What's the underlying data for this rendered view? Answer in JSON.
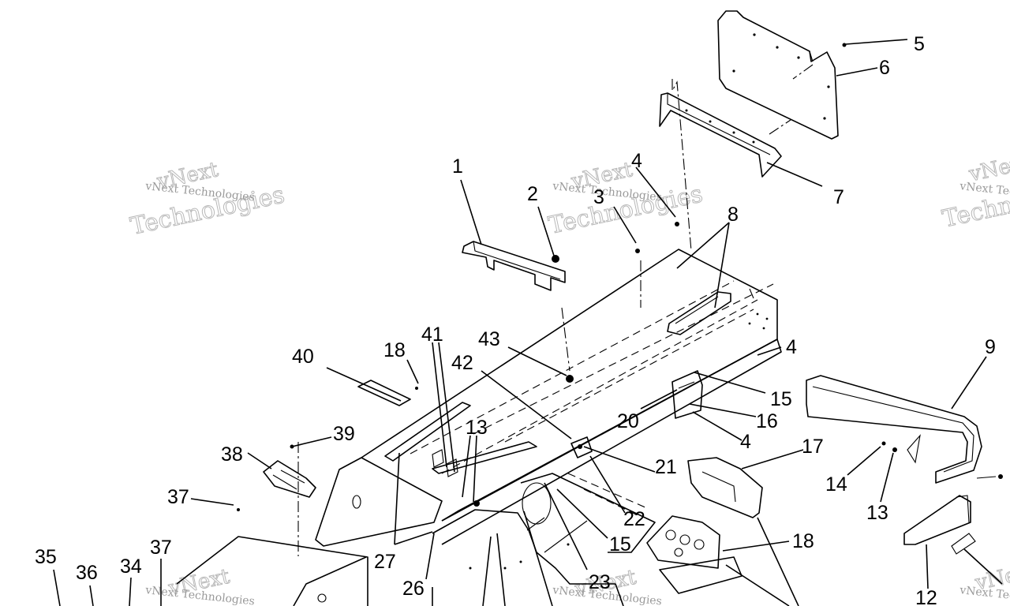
{
  "watermark": {
    "brand_line": "vNext Technologies",
    "logo_top": "vNext",
    "logo_bottom": "Technologies"
  },
  "callouts": [
    "1",
    "2",
    "3",
    "4",
    "5",
    "6",
    "7",
    "8",
    "9",
    "12",
    "13",
    "14",
    "15",
    "16",
    "17",
    "18",
    "20",
    "21",
    "22",
    "23",
    "26",
    "27",
    "34",
    "35",
    "36",
    "37",
    "38",
    "39",
    "40",
    "41",
    "42",
    "43"
  ]
}
